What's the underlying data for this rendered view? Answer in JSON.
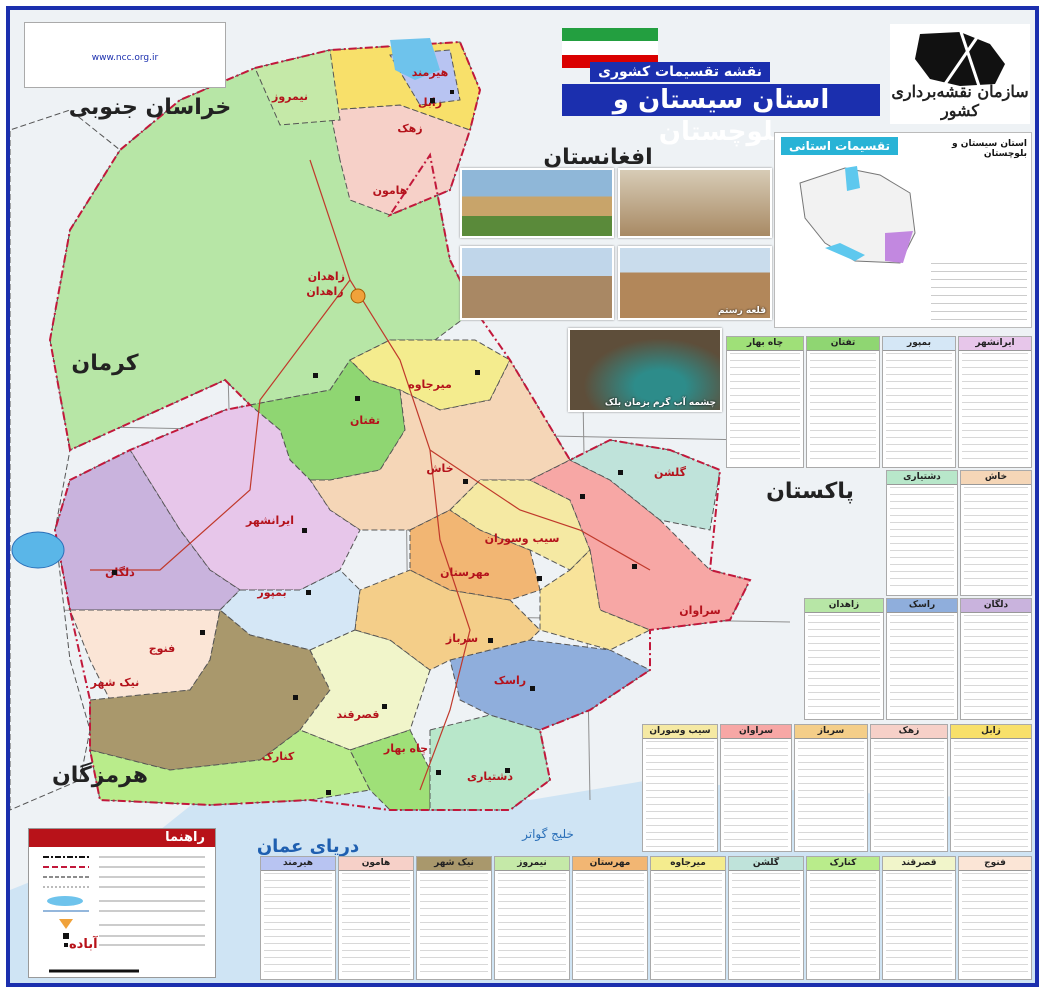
{
  "title": {
    "subtitle": "نقشه تقسیمات کشوری",
    "main": "استان سیستان و بلوچستان",
    "organization": "سازمان نقشه‌برداری کشور"
  },
  "panel": {
    "title": "تقسیمات استانی",
    "heading": "استان سیستان و بلوچستان"
  },
  "note": {
    "website": "www.ncc.org.ir"
  },
  "neighbors": {
    "khorasan_south": "خراسان جنوبی",
    "kerman": "کرمان",
    "hormozgan": "هرمزگان",
    "afghanistan": "افغانستان",
    "pakistan": "پاکستان"
  },
  "sea": "دریای عمان",
  "water": {
    "goatr_bay": "خلیج گواتر"
  },
  "province_center": "زاهدان",
  "counties": [
    "زاهدان",
    "تفتان",
    "میرجاوه",
    "خاش",
    "ایرانشهر",
    "دلگان",
    "بمپور",
    "فنوج",
    "نیک شهر",
    "قصرقند",
    "کنارک",
    "چاه بهار",
    "دشتیاری",
    "راسک",
    "سرباز",
    "مهرستان",
    "سیب وسوران",
    "سراوان",
    "گلشن",
    "هیرمند",
    "زابل",
    "زهک",
    "نیمروز",
    "هامون"
  ],
  "photos": {
    "p2": "قلعه رستم",
    "p5": "چشمه آب گرم بزمان بلک"
  },
  "tables": {
    "row1": [
      "ایرانشهر",
      "بمپور",
      "تفتان",
      "چاه بهار"
    ],
    "row2": [
      "خاش",
      "دشتیاری"
    ],
    "row3": [
      "دلگان",
      "راسک",
      "زاهدان"
    ],
    "row4": [
      "زابل",
      "زهک",
      "سرباز",
      "سراوان",
      "سیب وسوران"
    ],
    "row5": [
      "فنوج",
      "قصرقند",
      "کنارک",
      "گلشن",
      "میرجاوه",
      "مهرستان",
      "نیمروز",
      "نیک شهر",
      "هامون",
      "هیرمند"
    ]
  },
  "legend": {
    "title": "راهنما",
    "abadeh": "آباده"
  },
  "colors": {
    "frame": "#1b2fae",
    "legend_header": "#b81219"
  }
}
